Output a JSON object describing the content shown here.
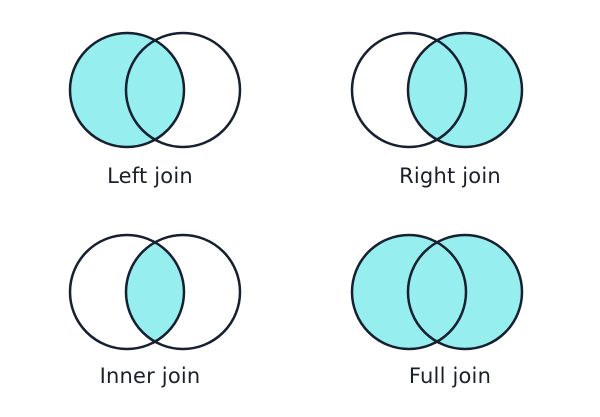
{
  "colors": {
    "fill": "#96eeee",
    "stroke": "#162030",
    "text": "#1b1f2a",
    "background": "#ffffff"
  },
  "diagrams": [
    {
      "label": "Left join"
    },
    {
      "label": "Right join"
    },
    {
      "label": "Inner join"
    },
    {
      "label": "Full join"
    }
  ]
}
